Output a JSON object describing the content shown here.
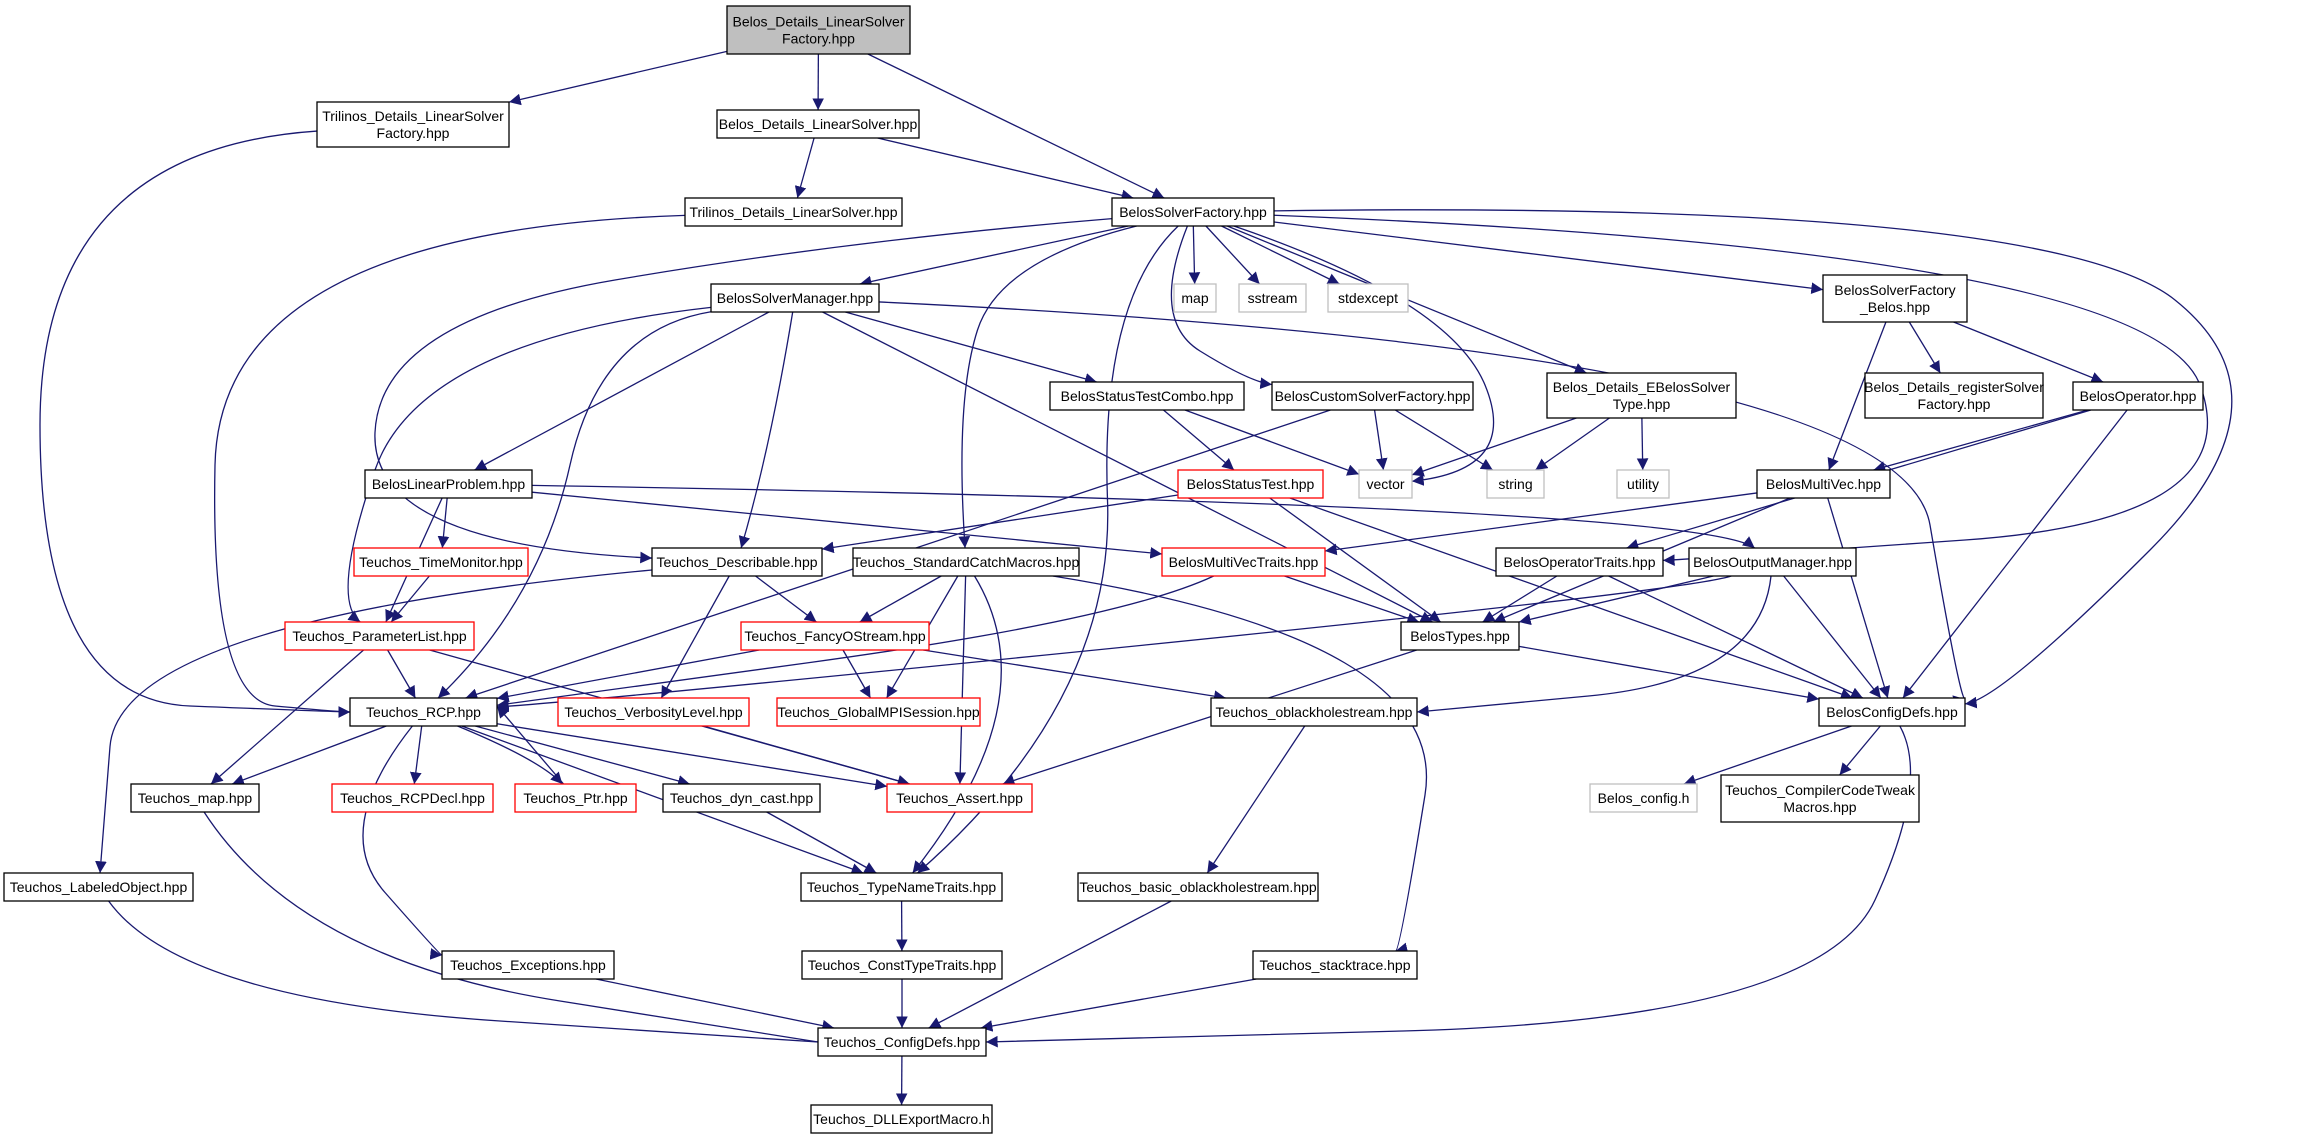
{
  "graph": {
    "colors": {
      "edge": "#191970",
      "border_normal": "#000000",
      "border_red": "#ff0000",
      "border_external": "#bfbfbf",
      "fill_root": "#bfbfbf",
      "fill_node": "#ffffff",
      "text": "#000000"
    },
    "nodes": [
      {
        "id": "root",
        "lines": [
          "Belos_Details_LinearSolver",
          "Factory.hpp"
        ],
        "style": "root"
      },
      {
        "id": "tril_factory",
        "lines": [
          "Trilinos_Details_LinearSolver",
          "Factory.hpp"
        ],
        "style": "normal"
      },
      {
        "id": "belos_ls",
        "lines": [
          "Belos_Details_LinearSolver.hpp"
        ],
        "style": "normal"
      },
      {
        "id": "tril_ls",
        "lines": [
          "Trilinos_Details_LinearSolver.hpp"
        ],
        "style": "normal"
      },
      {
        "id": "bsf",
        "lines": [
          "BelosSolverFactory.hpp"
        ],
        "style": "normal"
      },
      {
        "id": "bsm",
        "lines": [
          "BelosSolverManager.hpp"
        ],
        "style": "normal"
      },
      {
        "id": "map",
        "lines": [
          "map"
        ],
        "style": "external"
      },
      {
        "id": "sstream",
        "lines": [
          "sstream"
        ],
        "style": "external"
      },
      {
        "id": "stdexcept",
        "lines": [
          "stdexcept"
        ],
        "style": "external"
      },
      {
        "id": "bsf_belos",
        "lines": [
          "BelosSolverFactory",
          "_Belos.hpp"
        ],
        "style": "normal"
      },
      {
        "id": "bstc",
        "lines": [
          "BelosStatusTestCombo.hpp"
        ],
        "style": "normal"
      },
      {
        "id": "bcsf",
        "lines": [
          "BelosCustomSolverFactory.hpp"
        ],
        "style": "normal"
      },
      {
        "id": "ebst",
        "lines": [
          "Belos_Details_EBelosSolver",
          "Type.hpp"
        ],
        "style": "normal"
      },
      {
        "id": "reg",
        "lines": [
          "Belos_Details_registerSolver",
          "Factory.hpp"
        ],
        "style": "normal"
      },
      {
        "id": "bop",
        "lines": [
          "BelosOperator.hpp"
        ],
        "style": "normal"
      },
      {
        "id": "blp",
        "lines": [
          "BelosLinearProblem.hpp"
        ],
        "style": "normal"
      },
      {
        "id": "bst",
        "lines": [
          "BelosStatusTest.hpp"
        ],
        "style": "red"
      },
      {
        "id": "vector",
        "lines": [
          "vector"
        ],
        "style": "external"
      },
      {
        "id": "string",
        "lines": [
          "string"
        ],
        "style": "external"
      },
      {
        "id": "utility",
        "lines": [
          "utility"
        ],
        "style": "external"
      },
      {
        "id": "bmv",
        "lines": [
          "BelosMultiVec.hpp"
        ],
        "style": "normal"
      },
      {
        "id": "ttm",
        "lines": [
          "Teuchos_TimeMonitor.hpp"
        ],
        "style": "red"
      },
      {
        "id": "tdesc",
        "lines": [
          "Teuchos_Describable.hpp"
        ],
        "style": "normal"
      },
      {
        "id": "tscm",
        "lines": [
          "Teuchos_StandardCatchMacros.hpp"
        ],
        "style": "normal"
      },
      {
        "id": "bmvt",
        "lines": [
          "BelosMultiVecTraits.hpp"
        ],
        "style": "red"
      },
      {
        "id": "bopt",
        "lines": [
          "BelosOperatorTraits.hpp"
        ],
        "style": "normal"
      },
      {
        "id": "bom",
        "lines": [
          "BelosOutputManager.hpp"
        ],
        "style": "normal"
      },
      {
        "id": "tpl",
        "lines": [
          "Teuchos_ParameterList.hpp"
        ],
        "style": "red"
      },
      {
        "id": "tfos",
        "lines": [
          "Teuchos_FancyOStream.hpp"
        ],
        "style": "red"
      },
      {
        "id": "btypes",
        "lines": [
          "BelosTypes.hpp"
        ],
        "style": "normal"
      },
      {
        "id": "trcp",
        "lines": [
          "Teuchos_RCP.hpp"
        ],
        "style": "normal"
      },
      {
        "id": "tvl",
        "lines": [
          "Teuchos_VerbosityLevel.hpp"
        ],
        "style": "red"
      },
      {
        "id": "tgmpi",
        "lines": [
          "Teuchos_GlobalMPISession.hpp"
        ],
        "style": "red"
      },
      {
        "id": "tobh",
        "lines": [
          "Teuchos_oblackholestream.hpp"
        ],
        "style": "normal"
      },
      {
        "id": "bcd",
        "lines": [
          "BelosConfigDefs.hpp"
        ],
        "style": "normal"
      },
      {
        "id": "tmap",
        "lines": [
          "Teuchos_map.hpp"
        ],
        "style": "normal"
      },
      {
        "id": "trcpdecl",
        "lines": [
          "Teuchos_RCPDecl.hpp"
        ],
        "style": "red"
      },
      {
        "id": "tptr",
        "lines": [
          "Teuchos_Ptr.hpp"
        ],
        "style": "red"
      },
      {
        "id": "tdyn",
        "lines": [
          "Teuchos_dyn_cast.hpp"
        ],
        "style": "normal"
      },
      {
        "id": "tassert",
        "lines": [
          "Teuchos_Assert.hpp"
        ],
        "style": "red"
      },
      {
        "id": "bconfig",
        "lines": [
          "Belos_config.h"
        ],
        "style": "external"
      },
      {
        "id": "tcct",
        "lines": [
          "Teuchos_CompilerCodeTweak",
          "Macros.hpp"
        ],
        "style": "normal"
      },
      {
        "id": "tlo",
        "lines": [
          "Teuchos_LabeledObject.hpp"
        ],
        "style": "normal"
      },
      {
        "id": "ttnt",
        "lines": [
          "Teuchos_TypeNameTraits.hpp"
        ],
        "style": "normal"
      },
      {
        "id": "tbobh",
        "lines": [
          "Teuchos_basic_oblackholestream.hpp"
        ],
        "style": "normal"
      },
      {
        "id": "texc",
        "lines": [
          "Teuchos_Exceptions.hpp"
        ],
        "style": "normal"
      },
      {
        "id": "tctt",
        "lines": [
          "Teuchos_ConstTypeTraits.hpp"
        ],
        "style": "normal"
      },
      {
        "id": "tst",
        "lines": [
          "Teuchos_stacktrace.hpp"
        ],
        "style": "normal"
      },
      {
        "id": "tcd",
        "lines": [
          "Teuchos_ConfigDefs.hpp"
        ],
        "style": "normal"
      },
      {
        "id": "tdll",
        "lines": [
          "Teuchos_DLLExportMacro.h"
        ],
        "style": "normal"
      }
    ],
    "edges": [
      [
        "root",
        "tril_factory"
      ],
      [
        "root",
        "belos_ls"
      ],
      [
        "root",
        "bsf"
      ],
      [
        "tril_factory",
        "trcp"
      ],
      [
        "belos_ls",
        "tril_ls"
      ],
      [
        "belos_ls",
        "bsf"
      ],
      [
        "tril_ls",
        "trcp"
      ],
      [
        "bsf",
        "bsm"
      ],
      [
        "bsf",
        "map"
      ],
      [
        "bsf",
        "sstream"
      ],
      [
        "bsf",
        "stdexcept"
      ],
      [
        "bsf",
        "bsf_belos"
      ],
      [
        "bsf",
        "bcsf"
      ],
      [
        "bsf",
        "ebst"
      ],
      [
        "bsf",
        "vector"
      ],
      [
        "bsf",
        "tscm"
      ],
      [
        "bsf",
        "ttnt"
      ],
      [
        "bsf",
        "tdesc"
      ],
      [
        "bsf",
        "bopt"
      ],
      [
        "bsf",
        "bcd"
      ],
      [
        "bsm",
        "blp"
      ],
      [
        "bsm",
        "bstc"
      ],
      [
        "bsm",
        "tdesc"
      ],
      [
        "bsm",
        "trcp"
      ],
      [
        "bsm",
        "tpl"
      ],
      [
        "bsm",
        "btypes"
      ],
      [
        "bsm",
        "bcd"
      ],
      [
        "bstc",
        "bst"
      ],
      [
        "bstc",
        "vector"
      ],
      [
        "bcsf",
        "vector"
      ],
      [
        "bcsf",
        "string"
      ],
      [
        "bcsf",
        "trcp"
      ],
      [
        "ebst",
        "vector"
      ],
      [
        "ebst",
        "string"
      ],
      [
        "ebst",
        "utility"
      ],
      [
        "bsf_belos",
        "reg"
      ],
      [
        "bsf_belos",
        "bop"
      ],
      [
        "bsf_belos",
        "bmv"
      ],
      [
        "bop",
        "bmv"
      ],
      [
        "bop",
        "bopt"
      ],
      [
        "bop",
        "bcd"
      ],
      [
        "blp",
        "ttm"
      ],
      [
        "blp",
        "tpl"
      ],
      [
        "blp",
        "bmvt"
      ],
      [
        "blp",
        "bom"
      ],
      [
        "bst",
        "tdesc"
      ],
      [
        "bst",
        "btypes"
      ],
      [
        "bst",
        "bcd"
      ],
      [
        "bmv",
        "bmvt"
      ],
      [
        "bmv",
        "btypes"
      ],
      [
        "bmv",
        "bcd"
      ],
      [
        "ttm",
        "tpl"
      ],
      [
        "tdesc",
        "tfos"
      ],
      [
        "tdesc",
        "tvl"
      ],
      [
        "tdesc",
        "tlo"
      ],
      [
        "tscm",
        "tfos"
      ],
      [
        "tscm",
        "tgmpi"
      ],
      [
        "tscm",
        "tassert"
      ],
      [
        "tscm",
        "ttnt"
      ],
      [
        "tscm",
        "tst"
      ],
      [
        "bmvt",
        "btypes"
      ],
      [
        "bmvt",
        "trcp"
      ],
      [
        "bopt",
        "btypes"
      ],
      [
        "bopt",
        "bcd"
      ],
      [
        "bom",
        "btypes"
      ],
      [
        "bom",
        "tobh"
      ],
      [
        "bom",
        "bcd"
      ],
      [
        "bom",
        "trcp"
      ],
      [
        "tpl",
        "trcp"
      ],
      [
        "tpl",
        "tmap"
      ],
      [
        "tpl",
        "tassert"
      ],
      [
        "tfos",
        "tgmpi"
      ],
      [
        "tfos",
        "tobh"
      ],
      [
        "tfos",
        "trcp"
      ],
      [
        "btypes",
        "bcd"
      ],
      [
        "btypes",
        "tassert"
      ],
      [
        "trcp",
        "tmap"
      ],
      [
        "trcp",
        "trcpdecl"
      ],
      [
        "trcp",
        "tptr"
      ],
      [
        "trcp",
        "tdyn"
      ],
      [
        "trcp",
        "tassert"
      ],
      [
        "trcp",
        "texc"
      ],
      [
        "trcp",
        "ttnt"
      ],
      [
        "tptr",
        "trcp"
      ],
      [
        "tvl",
        "tassert"
      ],
      [
        "tobh",
        "tbobh"
      ],
      [
        "bcd",
        "bconfig"
      ],
      [
        "bcd",
        "tcct"
      ],
      [
        "bcd",
        "tcd"
      ],
      [
        "tmap",
        "tcd"
      ],
      [
        "tdyn",
        "ttnt"
      ],
      [
        "tlo",
        "tcd"
      ],
      [
        "ttnt",
        "tctt"
      ],
      [
        "tbobh",
        "tcd"
      ],
      [
        "texc",
        "tcd"
      ],
      [
        "tctt",
        "tcd"
      ],
      [
        "tst",
        "tcd"
      ],
      [
        "tcd",
        "tdll"
      ]
    ]
  }
}
